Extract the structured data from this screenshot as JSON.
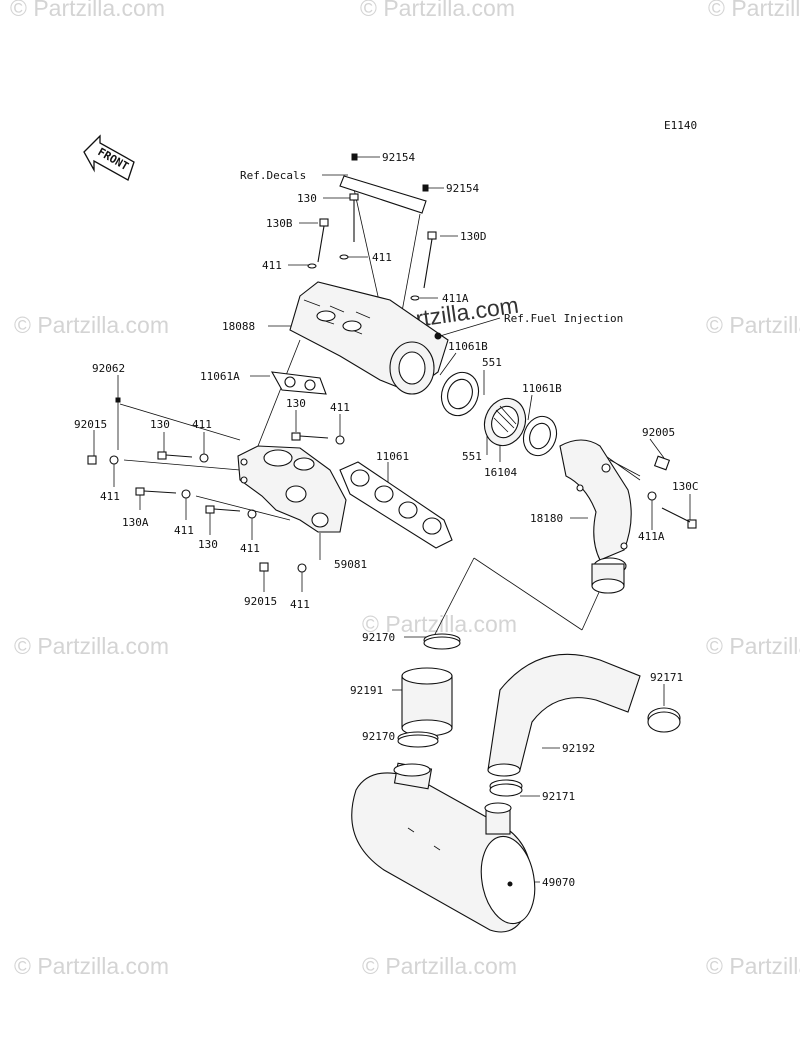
{
  "diagram_code": "E1140",
  "front_label": "FRONT",
  "watermark": "© Partzilla.com",
  "labels": {
    "p92154_top": "92154",
    "ref_decals": "Ref.Decals",
    "p130_top": "130",
    "p92154_mid": "92154",
    "p130B": "130B",
    "p130D": "130D",
    "p411_a": "411",
    "p411_b": "411",
    "p411A_top": "411A",
    "p18088": "18088",
    "ref_fuel": "Ref.Fuel Injection",
    "p11061B_a": "11061B",
    "p551_a": "551",
    "p11061A": "11061A",
    "p11061B_b": "11061B",
    "p92062": "92062",
    "p130_left": "130",
    "p411_c": "411",
    "p130_mid": "130",
    "p411_d": "411",
    "p92005": "92005",
    "p92015_a": "92015",
    "p551_b": "551",
    "p16104": "16104",
    "p11061": "11061",
    "p411_e": "411",
    "p130A": "130A",
    "p411_f": "411",
    "p130C": "130C",
    "p130_low": "130",
    "p411_g": "411",
    "p18180": "18180",
    "p411A_right": "411A",
    "p59081": "59081",
    "p92015_b": "92015",
    "p411_h": "411",
    "p92170_a": "92170",
    "p92171_a": "92171",
    "p92191": "92191",
    "p92170_b": "92170",
    "p92192": "92192",
    "p92171_b": "92171",
    "p49070": "49070"
  }
}
